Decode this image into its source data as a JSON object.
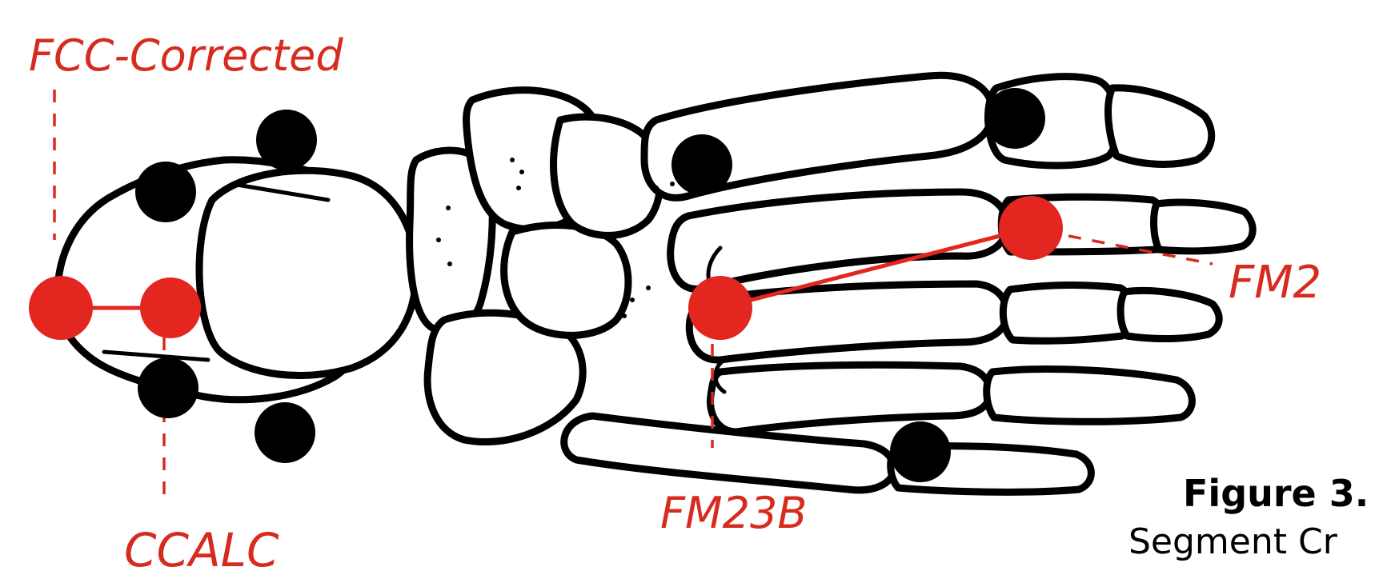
{
  "labels": {
    "fcc": "FCC-Corrected",
    "fm2": "FM2",
    "fm23b": "FM23B",
    "ccalc": "CCALC"
  },
  "caption": {
    "title": "Figure 3.",
    "subtitle": "Segment Cr"
  },
  "colors": {
    "marker_red": "#e3261f",
    "marker_black": "#000000",
    "annotation_red": "#d62b1e",
    "bone_outline": "#000000",
    "background": "#ffffff"
  }
}
